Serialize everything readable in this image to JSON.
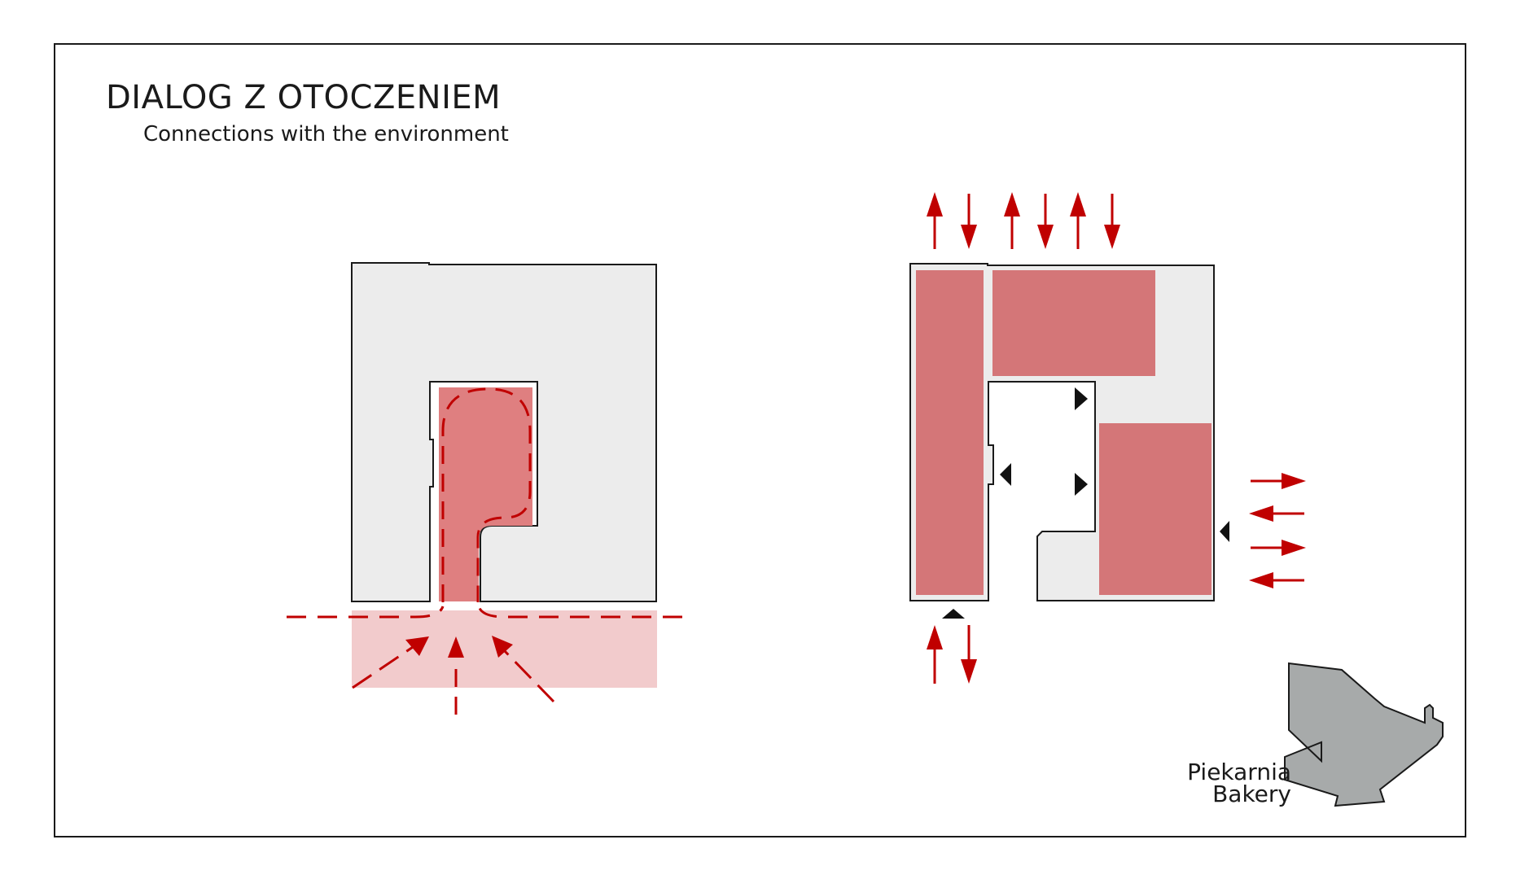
{
  "header": {
    "title": "DIALOG Z OTOCZENIEM",
    "subtitle": "Connections with the environment"
  },
  "legend": {
    "label_pl": "Piekarnia",
    "label_en": "Bakery"
  },
  "colors": {
    "red": "#c00000",
    "zone_fill": "#d47678",
    "zone_fill_left": "#df7f80",
    "forecourt": "#f2cbcc",
    "building": "#ececec",
    "outline": "#1a1a1a",
    "keyplan": "#a7aaaa"
  }
}
